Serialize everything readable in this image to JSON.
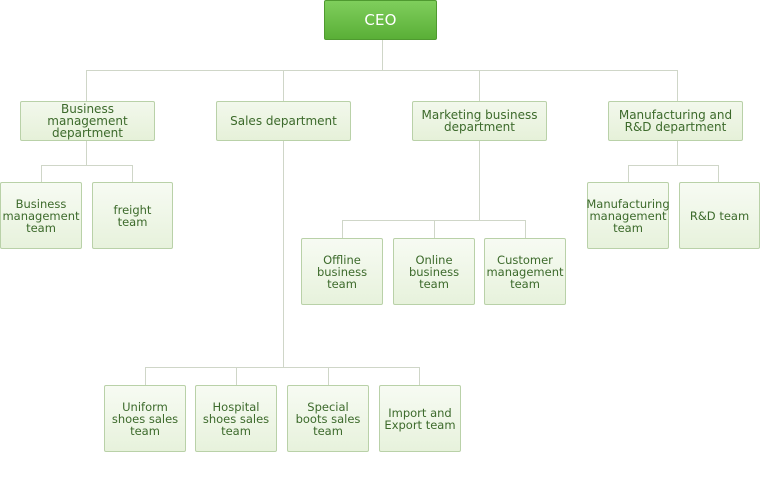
{
  "org_chart": {
    "ceo": "CEO",
    "departments": {
      "business_management": {
        "label": "Business management\ndepartment",
        "teams": [
          "Business\nmanagement\nteam",
          "freight\nteam"
        ]
      },
      "sales": {
        "label": "Sales department",
        "teams": [
          "Uniform\nshoes sales\nteam",
          "Hospital\nshoes sales\nteam",
          "Special\nboots sales\nteam",
          "Import and\nExport team"
        ]
      },
      "marketing_business": {
        "label": "Marketing business\ndepartment",
        "teams": [
          "Offline\nbusiness\nteam",
          "Online\nbusiness\nteam",
          "Customer\nmanagement\nteam"
        ]
      },
      "manufacturing_rd": {
        "label": "Manufacturing and\nR&D department",
        "teams": [
          "Manufacturing\nmanagement\nteam",
          "R&D team"
        ]
      }
    }
  },
  "colors": {
    "ceo_fill": "#6bbf47",
    "box_border": "#b9d1a8",
    "text_green": "#3c6a2b",
    "connector": "#cfd6c8"
  }
}
